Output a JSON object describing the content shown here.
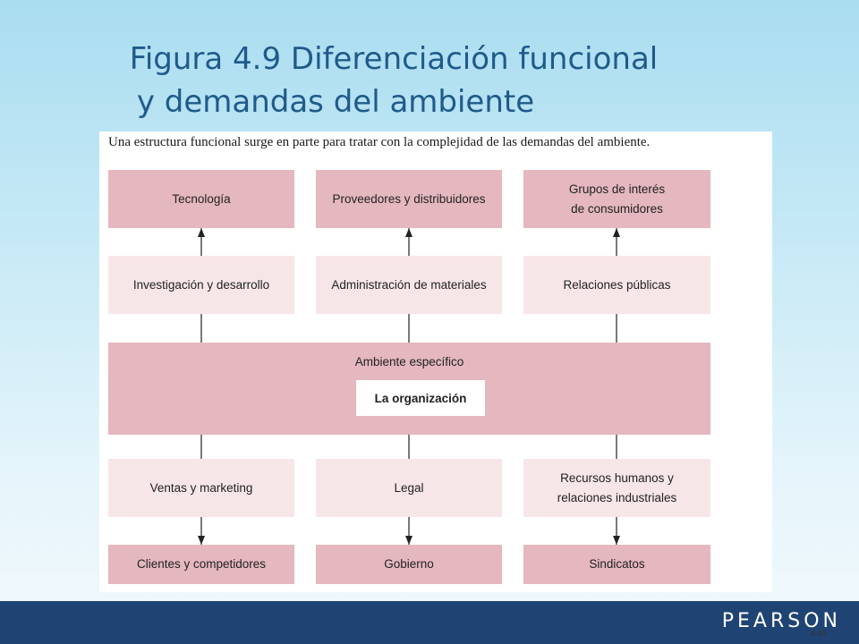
{
  "title": {
    "line1": "Figura 4.9  Diferenciación funcional",
    "line2": "y demandas del ambiente"
  },
  "figure": {
    "caption": "Una estructura funcional surge en parte para tratar con la complejidad de las demandas del ambiente.",
    "top_outer": [
      "Tecnología",
      "Proveedores y distribuidores",
      "Grupos de interés\nde consumidores"
    ],
    "top_inner": [
      "Investigación y desarrollo",
      "Administración de materiales",
      "Relaciones públicas"
    ],
    "environment": "Ambiente específico",
    "organization": "La organización",
    "bottom_inner": [
      "Ventas y marketing",
      "Legal",
      "Recursos humanos y\nrelaciones industriales"
    ],
    "bottom_outer": [
      "Clientes y competidores",
      "Gobierno",
      "Sindicatos"
    ]
  },
  "footer": {
    "logo": "PEARSON",
    "page": "4-45"
  },
  "colors": {
    "outer_box": "#e5b7bf",
    "inner_box": "#f7e6e8",
    "title": "#1f5a8a",
    "footer_bar": "#1f4474"
  }
}
